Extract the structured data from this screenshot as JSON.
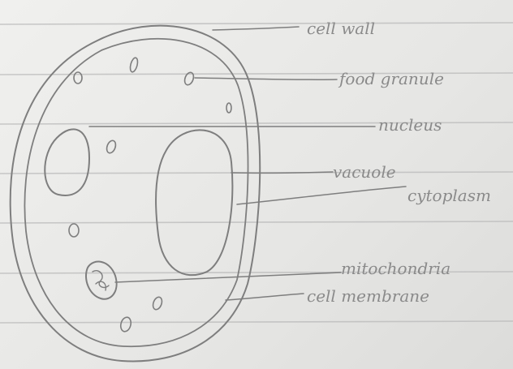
{
  "labels": {
    "cell_wall": "cell wall",
    "food_granule": "food granule",
    "nucleus": "nucleus",
    "vacuole": "vacuole",
    "cytoplasm": "cytoplasm",
    "mitochondria": "mitochondria",
    "cell_membrane": "cell membrane"
  }
}
